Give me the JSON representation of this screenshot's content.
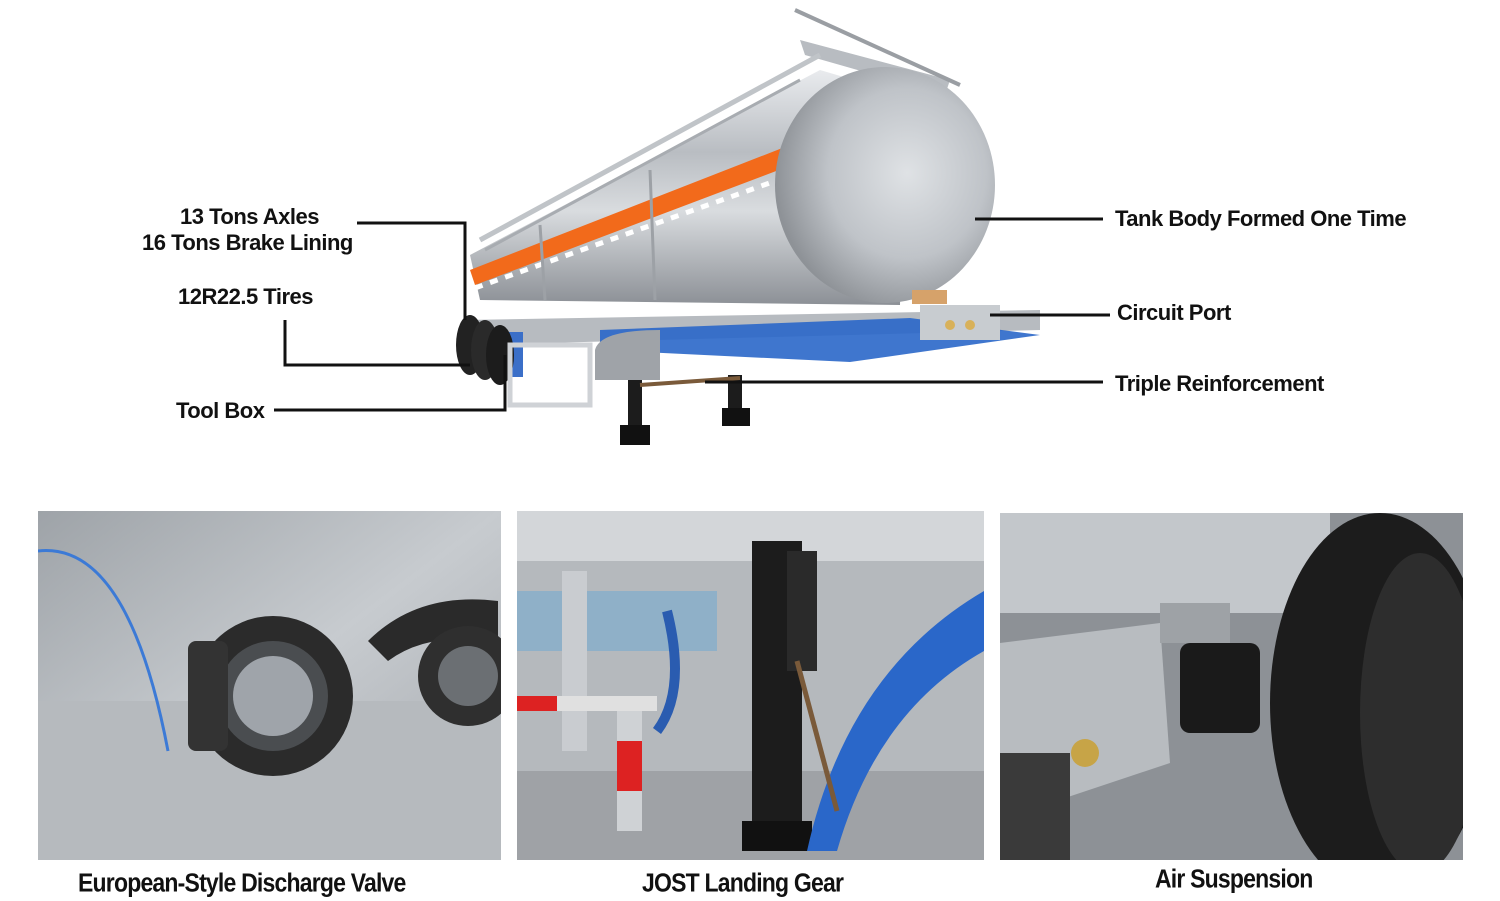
{
  "callouts": {
    "axles": "13 Tons Axles",
    "brake": "16 Tons Brake Lining",
    "tires": "12R22.5 Tires",
    "toolbox": "Tool Box",
    "tank_body": "Tank Body Formed One Time",
    "circuit_port": "Circuit Port",
    "triple_reinforcement": "Triple Reinforcement"
  },
  "captions": {
    "valve": "European-Style Discharge Valve",
    "landing_gear": "JOST Landing Gear",
    "suspension": "Air Suspension"
  },
  "colors": {
    "tank_stripe": "#f26a1b",
    "fender_blue": "#2a67c9",
    "aluminum": "#c9ccd0"
  }
}
